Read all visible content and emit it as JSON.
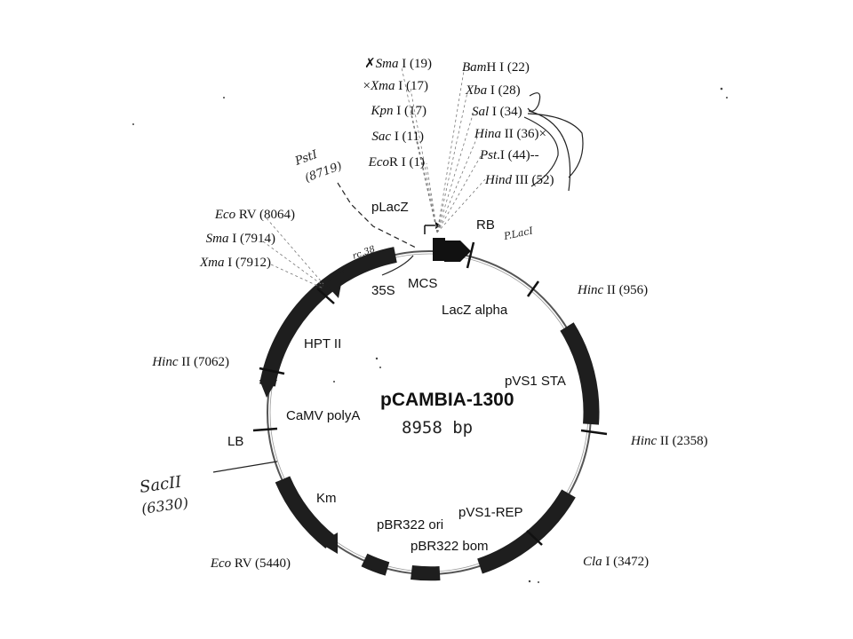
{
  "diagram": {
    "title": "pCAMBIA-1300",
    "size": "8958 bp",
    "colors": {
      "ink": "#1a1a1a",
      "segment": "#2b2b2b",
      "backbone": "#555555",
      "paper": "#ffffff"
    },
    "top_sites": [
      {
        "enzyme": "Sma",
        "suffix": " I (19)",
        "mark": "✗"
      },
      {
        "enzyme": "Xma",
        "suffix": " I (17)",
        "mark": "×"
      },
      {
        "enzyme": "Kpn",
        "suffix": " I (17)",
        "mark": ""
      },
      {
        "enzyme": "Sac",
        "suffix": " I (11)",
        "mark": ""
      },
      {
        "enzyme": "Eco",
        "suffix": "R I (1)",
        "mark": ""
      }
    ],
    "right_top_sites": [
      {
        "enzyme": "Bam",
        "suffix": "H I (22)"
      },
      {
        "enzyme": "Xba",
        "suffix": " I (28)"
      },
      {
        "enzyme": "Sal",
        "suffix": " I (34)"
      },
      {
        "enzyme": "Hina",
        "suffix": " II (36)×"
      },
      {
        "enzyme": "Pst",
        "suffix": ".I (44)--"
      },
      {
        "enzyme": "Hind",
        "suffix": " III (52)"
      }
    ],
    "left_sites": [
      {
        "enzyme": "Eco",
        "suffix": " RV (8064)"
      },
      {
        "enzyme": "Sma",
        "suffix": " I (7914)"
      },
      {
        "enzyme": "Xma",
        "suffix": " I (7912)"
      }
    ],
    "side_sites": {
      "hinc_7062": {
        "enzyme": "Hinc",
        "suffix": " II (7062)"
      },
      "hinc_956": {
        "enzyme": "Hinc",
        "suffix": " II (956)"
      },
      "hinc_2358": {
        "enzyme": "Hinc",
        "suffix": " II (2358)"
      },
      "cla_3472": {
        "enzyme": "Cla",
        "suffix": " I (3472)"
      },
      "eco_5440": {
        "enzyme": "Eco",
        "suffix": " RV (5440)"
      }
    },
    "features": {
      "placz": "pLacZ",
      "rb": "RB",
      "p35s": "35S",
      "mcs": "MCS",
      "lacz_alpha": "LacZ alpha",
      "hpt": "HPT II",
      "pvs1_sta": "pVS1 STA",
      "camv": "CaMV polyA",
      "lb": "LB",
      "km": "Km",
      "pvs1_rep": "pVS1-REP",
      "pbr_ori": "pBR322 ori",
      "pbr_bom": "pBR322 bom"
    },
    "handwritten": {
      "pstI_a": "PstI",
      "pstI_b": "(8719)",
      "sacII_a": "SacII",
      "sacII_b": "(6330)",
      "placI": "P.LacI",
      "rc38": "rc.38"
    }
  }
}
